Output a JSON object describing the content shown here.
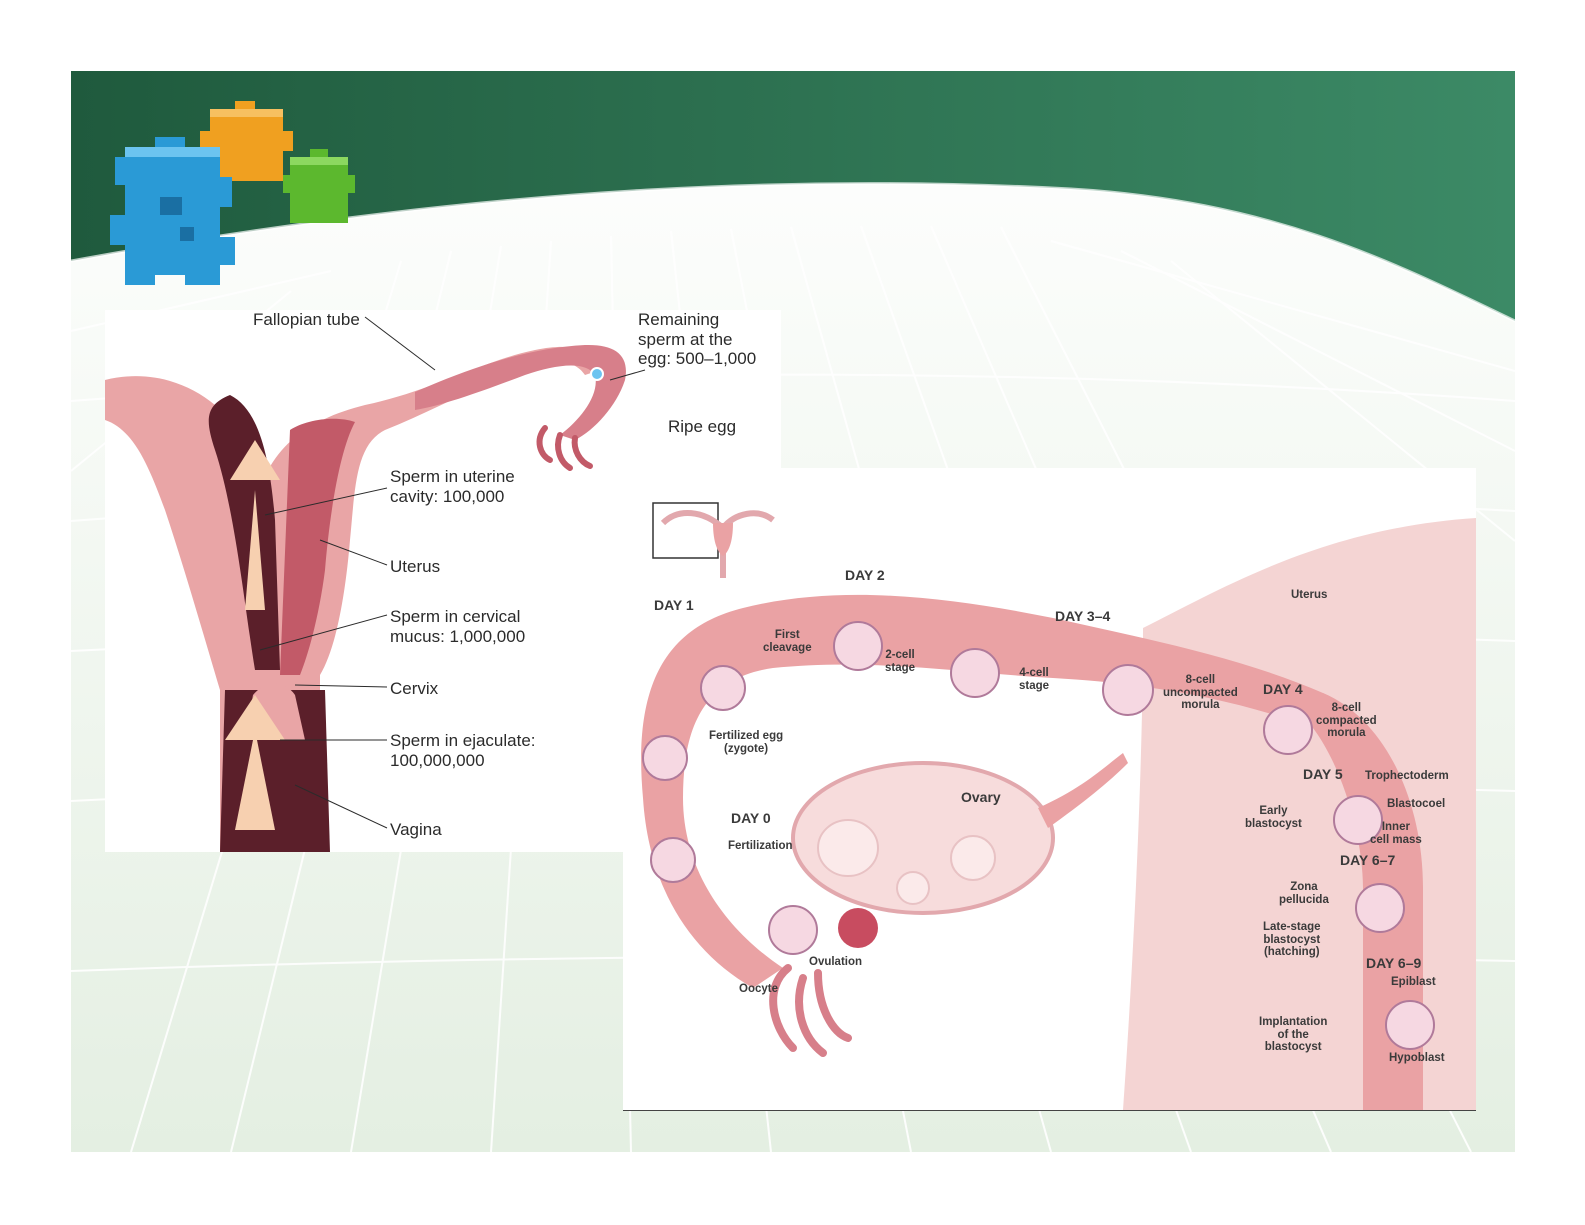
{
  "theme": {
    "header_dark": "#1f5a3d",
    "header_light": "#3c8a66",
    "tissue": "#e9a5a6",
    "tissue_dark": "#c25a68",
    "cavity": "#5b1f2a",
    "logo_colors": [
      "#2a9ad6",
      "#f0a020",
      "#5cb82e"
    ]
  },
  "icons": [
    "puzzle-cubes-logo"
  ],
  "sperm_transport_diagram": {
    "labels": {
      "fallopian_tube": "Fallopian tube",
      "remaining_sperm": "Remaining\nsperm at the\negg: 500–1,000",
      "ripe_egg": "Ripe egg",
      "sperm_uterine": "Sperm in uterine\ncavity: 100,000",
      "uterus": "Uterus",
      "sperm_cervical": "Sperm in cervical\nmucus: 1,000,000",
      "cervix": "Cervix",
      "sperm_ejaculate": "Sperm in ejaculate:\n100,000,000",
      "vagina": "Vagina"
    }
  },
  "embryo_development_diagram": {
    "labels": {
      "day1": "DAY 1",
      "day2": "DAY 2",
      "day34": "DAY 3–4",
      "uterus": "Uterus",
      "first_cleavage": "First\ncleavage",
      "two_cell": "2-cell\nstage",
      "four_cell": "4-cell\nstage",
      "eight_cell_uncompacted": "8-cell\nuncompacted\nmorula",
      "day4": "DAY 4",
      "eight_cell_compacted": "8-cell\ncompacted\nmorula",
      "fertilized_egg": "Fertilized egg\n(zygote)",
      "ovary": "Ovary",
      "day5": "DAY 5",
      "trophectoderm": "Trophectoderm",
      "blastocoel": "Blastocoel",
      "inner_cell_mass": "Inner\ncell mass",
      "early_blastocyst": "Early\nblastocyst",
      "day0": "DAY 0",
      "fertilization": "Fertilization",
      "day67": "DAY 6–7",
      "zona_pellucida": "Zona\npellucida",
      "late_blastocyst": "Late-stage\nblastocyst\n(hatching)",
      "day69": "DAY 6–9",
      "epiblast": "Epiblast",
      "ovulation": "Ovulation",
      "oocyte": "Oocyte",
      "implantation": "Implantation\nof the\nblastocyst",
      "hypoblast": "Hypoblast"
    }
  }
}
